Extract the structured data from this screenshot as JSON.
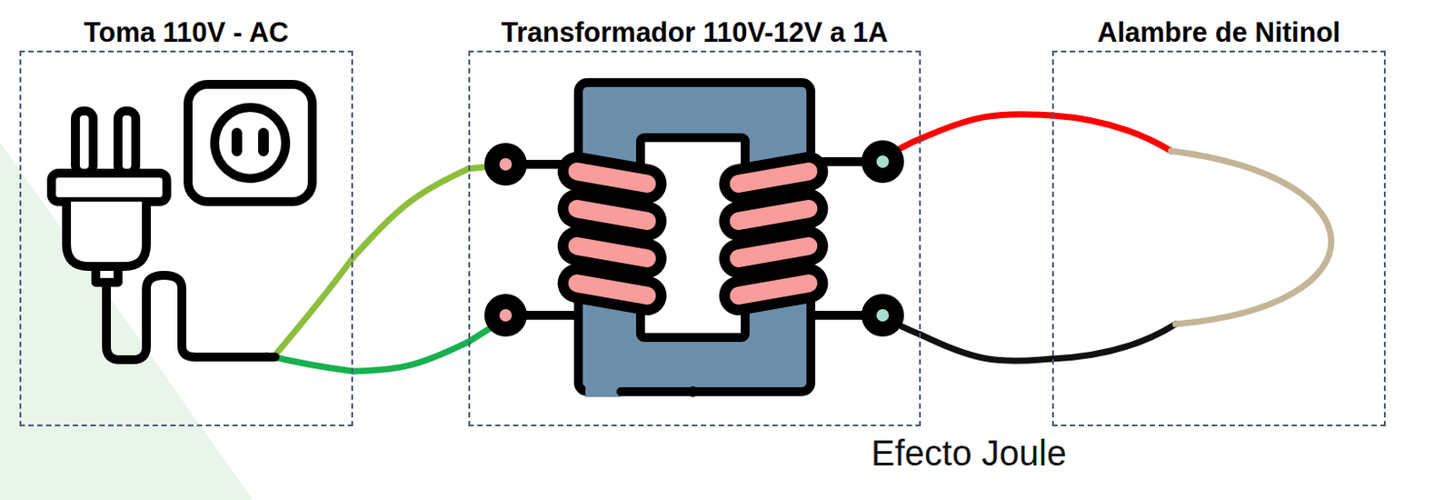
{
  "diagram": {
    "nodes": [
      {
        "text": [
          "Toma 110V - AC"
        ]
      },
      {
        "text": [
          "Transformador 110V-12V a 1A"
        ]
      },
      {
        "text": [
          "Alambre de Nitinol"
        ]
      }
    ],
    "edges": [
      {
        "from": 0,
        "to": 1,
        "arrow": "none"
      },
      {
        "from": 0,
        "to": 1,
        "arrow": "none"
      },
      {
        "from": 1,
        "to": 2,
        "arrow": "none"
      },
      {
        "from": 1,
        "to": 2,
        "arrow": "none"
      }
    ],
    "labels": [
      "Efecto Joule"
    ]
  }
}
